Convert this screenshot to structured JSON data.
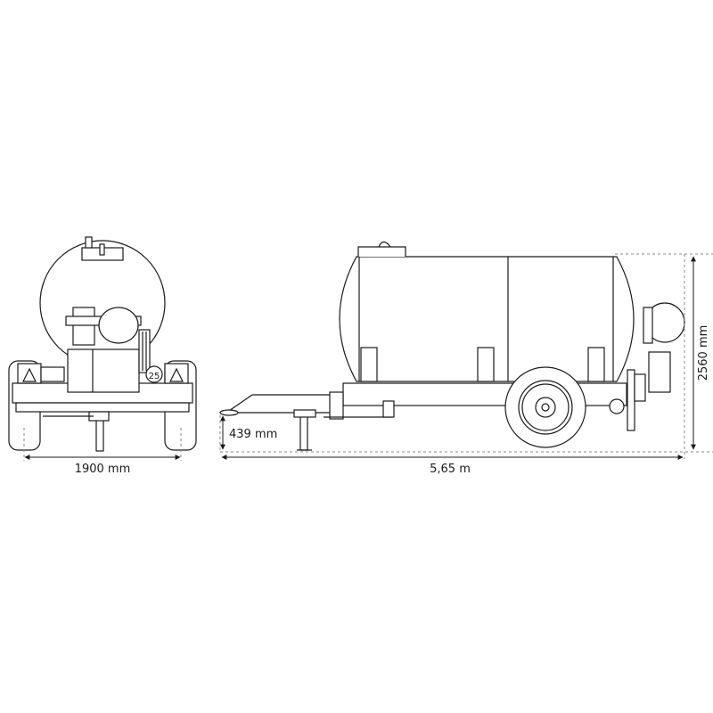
{
  "dimensions": {
    "track_width": "1900 mm",
    "total_length": "5,65 m",
    "total_height": "2560 mm",
    "hitch_height": "439 mm"
  },
  "front_view": {
    "badge": "25"
  },
  "colors": {
    "line": "#1a1a1a",
    "dimension_guide": "#888888",
    "background": "#ffffff"
  }
}
